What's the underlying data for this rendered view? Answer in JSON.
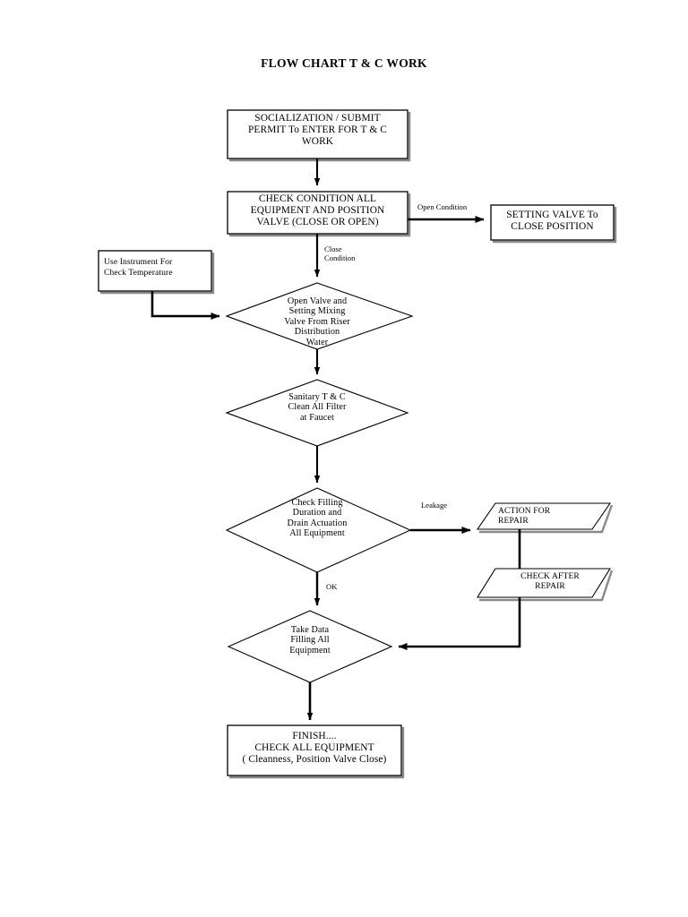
{
  "document": {
    "title": "FLOW CHART T & C WORK",
    "page_background": "#ffffff",
    "ink_color": "#000000",
    "shadow_color": "#808080"
  },
  "chart_data": {
    "type": "diagram",
    "diagram_kind": "flowchart",
    "title": "FLOW CHART T & C WORK",
    "nodes": [
      {
        "id": "n1",
        "shape": "process",
        "text": "SOCIALIZATION / SUBMIT\nPERMIT To ENTER FOR T & C\nWORK"
      },
      {
        "id": "n2",
        "shape": "process",
        "text": "CHECK CONDITION ALL\nEQUIPMENT AND POSITION\nVALVE (CLOSE OR OPEN)"
      },
      {
        "id": "n3",
        "shape": "process",
        "text": "SETTING VALVE To\nCLOSE POSITION"
      },
      {
        "id": "n4",
        "shape": "process",
        "text": "Use Instrument For\nCheck Temperature"
      },
      {
        "id": "n5",
        "shape": "decision",
        "text": "Open Valve and\nSetting Mixing\nValve From Riser\nDistribution\nWater"
      },
      {
        "id": "n6",
        "shape": "decision",
        "text": "Sanitary T & C\nClean All Filter\nat Faucet"
      },
      {
        "id": "n7",
        "shape": "decision",
        "text": "Check Filling\nDuration and\nDrain Actuation\nAll Equipment"
      },
      {
        "id": "n8",
        "shape": "parallelogram",
        "text": "ACTION FOR\nREPAIR"
      },
      {
        "id": "n9",
        "shape": "parallelogram",
        "text": "CHECK AFTER\nREPAIR"
      },
      {
        "id": "n10",
        "shape": "decision",
        "text": "Take Data\nFilling All\nEquipment"
      },
      {
        "id": "n11",
        "shape": "process",
        "text": "FINISH....\nCHECK ALL EQUIPMENT\n( Cleanness, Position Valve Close)"
      }
    ],
    "edges": [
      {
        "from": "n1",
        "to": "n2",
        "label": ""
      },
      {
        "from": "n2",
        "to": "n3",
        "label": "Open Condition"
      },
      {
        "from": "n2",
        "to": "n5",
        "label": "Close\nCondition"
      },
      {
        "from": "n4",
        "to": "n5",
        "label": ""
      },
      {
        "from": "n5",
        "to": "n6",
        "label": ""
      },
      {
        "from": "n6",
        "to": "n7",
        "label": ""
      },
      {
        "from": "n7",
        "to": "n8",
        "label": "Leakage"
      },
      {
        "from": "n7",
        "to": "n10",
        "label": "OK"
      },
      {
        "from": "n8",
        "to": "n9",
        "label": ""
      },
      {
        "from": "n9",
        "to": "n10",
        "label": ""
      },
      {
        "from": "n10",
        "to": "n11",
        "label": ""
      }
    ]
  },
  "labels": {
    "open_condition": "Open Condition",
    "close_condition": "Close\nCondition",
    "leakage": "Leakage",
    "ok": "OK"
  }
}
